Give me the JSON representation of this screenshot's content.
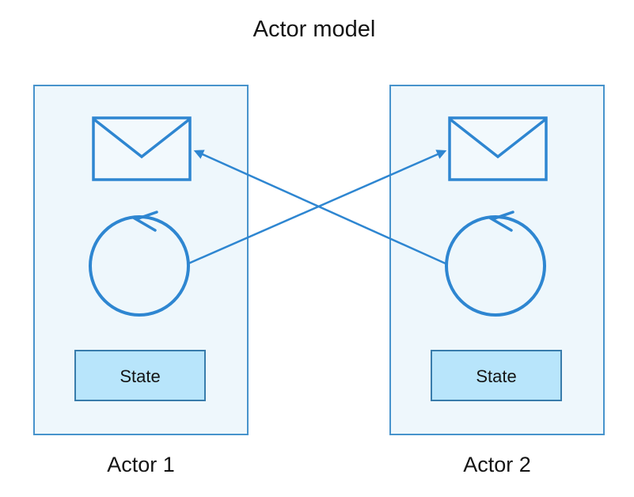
{
  "title": "Actor model",
  "actors": [
    {
      "label": "Actor 1",
      "state_label": "State"
    },
    {
      "label": "Actor 2",
      "state_label": "State"
    }
  ],
  "messages": [
    {
      "from": "Actor 1 process loop",
      "to": "Actor 2 mailbox"
    },
    {
      "from": "Actor 2 process loop",
      "to": "Actor 1 mailbox"
    }
  ],
  "icons": {
    "mailbox": "envelope-icon",
    "process": "loop-arrow-icon"
  },
  "colors": {
    "accent": "#2e86d1",
    "box_fill": "#eef7fc",
    "box_stroke": "#4793cc",
    "envelope_fill": "#f2f9fd",
    "state_fill": "#b8e5fb",
    "state_stroke": "#387cab",
    "text": "#141414"
  }
}
